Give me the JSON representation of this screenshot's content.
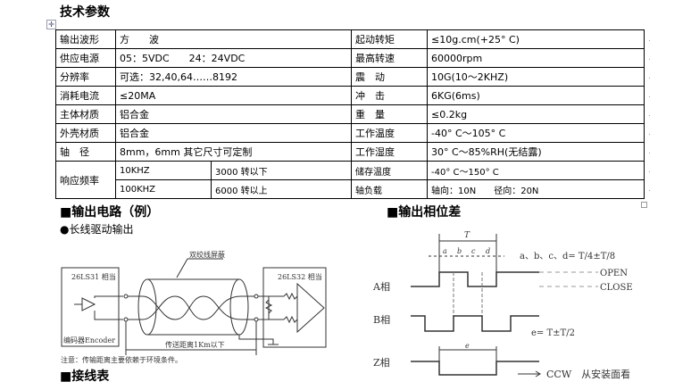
{
  "title": "技术参数",
  "table": {
    "rows": [
      {
        "k1": "输出波形",
        "v1": "方　　波",
        "k2": "起动转矩",
        "v2": "≤10g.cm(+25° C)"
      },
      {
        "k1": "供应电源",
        "v1": "05：5VDC　　24：24VDC",
        "k2": "最高转速",
        "v2": "60000rpm"
      },
      {
        "k1": "分辨率",
        "v1": "可选：32,40,64……8192",
        "k2": "震　动",
        "v2": "10G(10～2KHZ)"
      },
      {
        "k1": "消耗电流",
        "v1": "≤20MA",
        "k2": "冲　击",
        "v2": "6KG(6ms)"
      },
      {
        "k1": "主体材质",
        "v1": "铝合金",
        "k2": "重　量",
        "v2": "≤0.2kg"
      },
      {
        "k1": "外壳材质",
        "v1": "铝合金",
        "k2": "工作温度",
        "v2": "-40° C～105° C"
      },
      {
        "k1": "轴　径",
        "v1": "8mm，6mm 其它尺寸可定制",
        "k2": "工作湿度",
        "v2": "30° C～85%RH(无结露)"
      }
    ],
    "freq_label": "响应频率",
    "freq_rows": [
      {
        "f": "10KHZ",
        "s": "3000 转以下",
        "k2": "储存温度",
        "v2": "-40° C～150° C"
      },
      {
        "f": "100KHZ",
        "s": "6000 转以上",
        "k2": "轴负载",
        "v2": "轴向：10N　　径向：20N"
      }
    ]
  },
  "sections": {
    "circuit": "■输出电路（例）",
    "line_driver": "●长线驱动输出",
    "phase": "■输出相位差",
    "wiring": "■接线表"
  },
  "circuit": {
    "encoder_chip": "26LS31 相当",
    "encoder_label": "编码器Encoder",
    "receiver_chip": "26LS32 相当",
    "shield": "双绞线屏蔽",
    "distance": "传送距离1Km以下",
    "note": "注意：传输距离主要依赖于环境条件。"
  },
  "phase": {
    "T": "T",
    "a": "a",
    "b": "b",
    "c": "c",
    "d": "d",
    "abcd_formula": "a、b、c、d= T/4±T/8",
    "open": "OPEN",
    "close": "CLOSE",
    "A": "A相",
    "B": "B相",
    "Z": "Z相",
    "e_formula": "e= T±T/2",
    "e": "e",
    "ccw": "CCW　从安装面看"
  }
}
